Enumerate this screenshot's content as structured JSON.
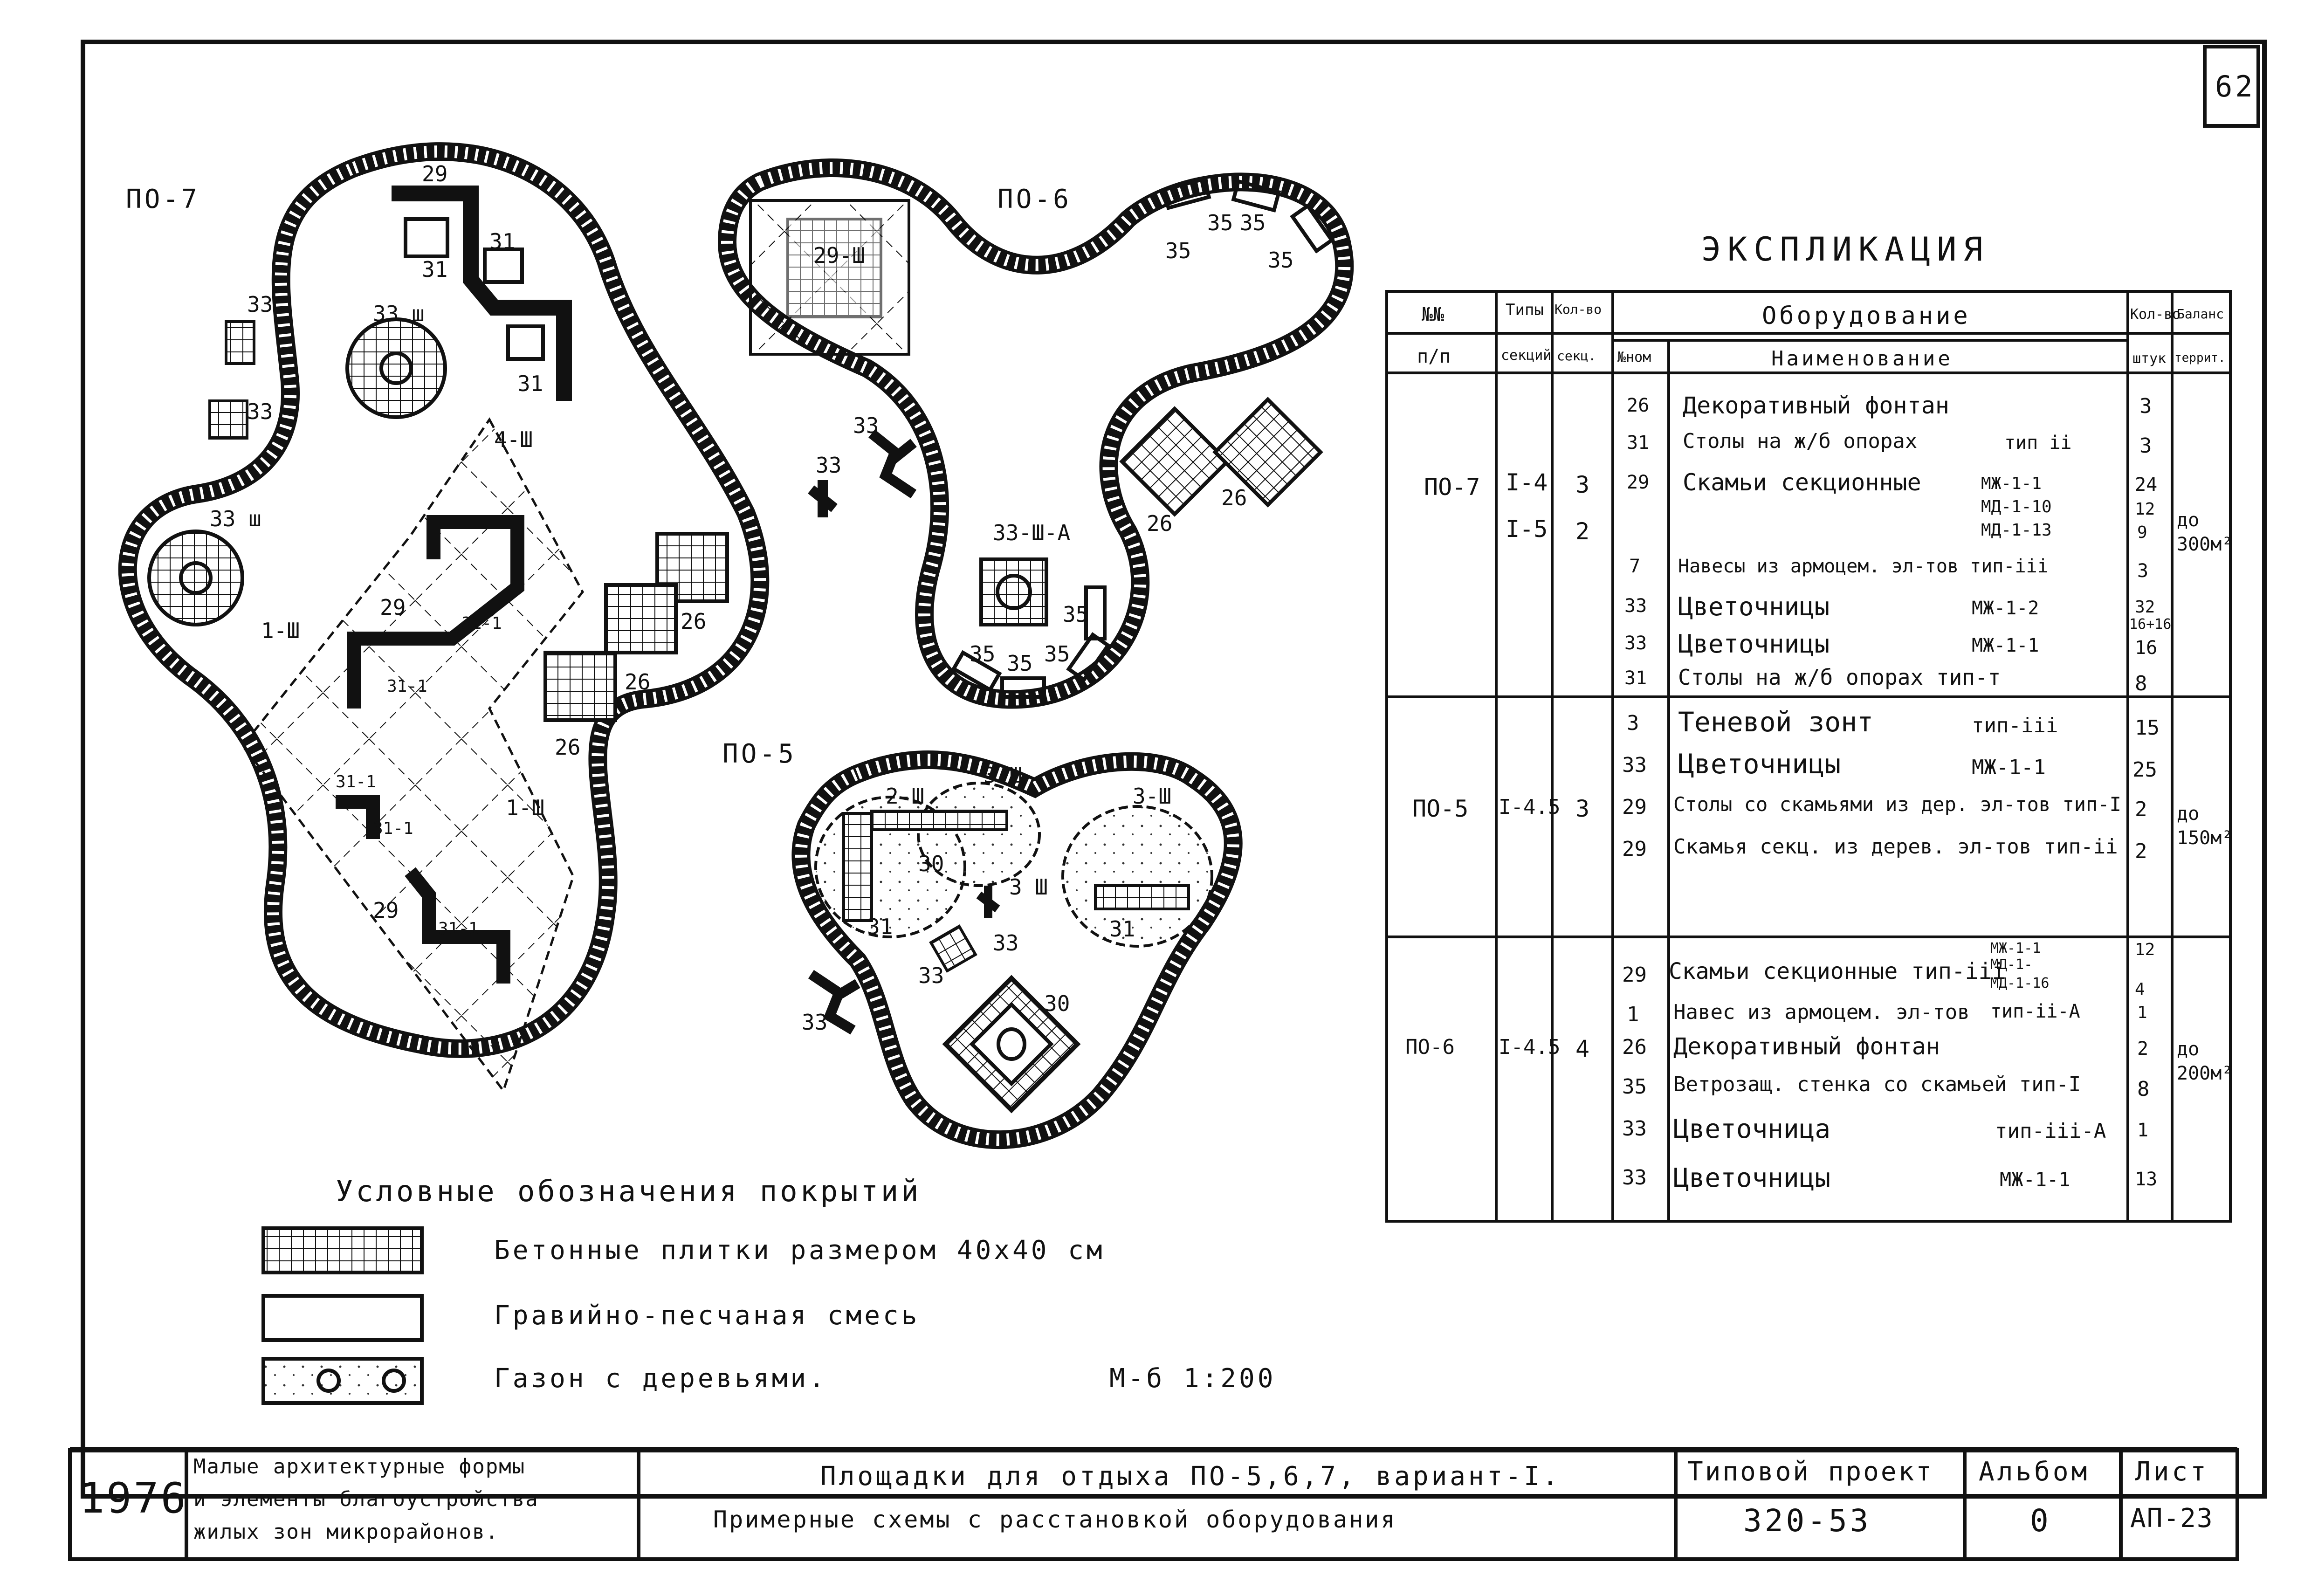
{
  "sheet_number": "62",
  "plans": {
    "po7": {
      "label": "ПО-7",
      "tags": [
        "29",
        "31",
        "31",
        "31",
        "33",
        "33",
        "33 ш",
        "33 ш",
        "4-Ш",
        "1-Ш",
        "1-Ш",
        "29",
        "31-1",
        "31-1",
        "31-1",
        "31-1",
        "29",
        "31-1",
        "26",
        "26",
        "26"
      ]
    },
    "po6": {
      "label": "ПО-6",
      "tags": [
        "29-Ш",
        "35",
        "35",
        "35",
        "35",
        "33",
        "33",
        "33-Ш-А",
        "26",
        "26",
        "35",
        "35",
        "35",
        "35"
      ]
    },
    "po5": {
      "label": "ПО-5",
      "tags": [
        "3-Ш",
        "2-Ш",
        "3-Ш",
        "30",
        "31",
        "3 Ш",
        "33",
        "33",
        "31",
        "33",
        "30"
      ]
    }
  },
  "legend": {
    "title": "Условные обозначения покрытий",
    "items": [
      {
        "pattern": "tiles",
        "text": "Бетонные плитки размером 40х40 см"
      },
      {
        "pattern": "gravel",
        "text": "Гравийно-песчаная смесь"
      },
      {
        "pattern": "lawn",
        "text": "Газон с деревьями."
      }
    ],
    "scale": "М-б 1:200"
  },
  "explication": {
    "title": "ЭКСПЛИКАЦИЯ",
    "headers": {
      "num": "№№",
      "num2": "п/п",
      "types": "Типы",
      "types2": "секций",
      "count": "Кол-во",
      "count2": "секц.",
      "equipment": "Оборудование",
      "eq_num": "№ном",
      "eq_name": "Наименование",
      "qty": "Кол-во",
      "qty2": "штук",
      "balance": "Баланс",
      "balance2": "террит."
    },
    "groups": [
      {
        "id": "ПО-7",
        "types": [
          "I-4",
          "I-5"
        ],
        "sections": [
          "3",
          "2"
        ],
        "balance": "до 300м²",
        "rows": [
          {
            "no": "26",
            "name": "Декоративный фонтан",
            "type": "",
            "qty": "3"
          },
          {
            "no": "31",
            "name": "Столы на ж/б опорах",
            "type": "тип ii",
            "qty": "3"
          },
          {
            "no": "29",
            "name": "Скамьи секционные",
            "type": "МЖ-1-1",
            "qty": "24"
          },
          {
            "no": "",
            "name": "",
            "type": "МД-1-10",
            "qty": "12"
          },
          {
            "no": "",
            "name": "",
            "type": "МД-1-13",
            "qty": "9"
          },
          {
            "no": "7",
            "name": "Навесы из армоцем. эл-тов тип-iii",
            "type": "",
            "qty": "3"
          },
          {
            "no": "33",
            "name": "Цветочницы",
            "type": "МЖ-1-2",
            "qty": "32"
          },
          {
            "no": "",
            "name": "",
            "type": "",
            "qty": "16+16"
          },
          {
            "no": "33",
            "name": "Цветочницы",
            "type": "МЖ-1-1",
            "qty": "16"
          },
          {
            "no": "31",
            "name": "Столы на ж/б опорах тип-т",
            "type": "",
            "qty": "8"
          }
        ]
      },
      {
        "id": "ПО-5",
        "types": [
          "I-4.5"
        ],
        "sections": [
          "3"
        ],
        "balance": "до 150м²",
        "rows": [
          {
            "no": "3",
            "name": "Теневой зонт",
            "type": "тип-iii",
            "qty": "15"
          },
          {
            "no": "33",
            "name": "Цветочницы",
            "type": "МЖ-1-1",
            "qty": "25"
          },
          {
            "no": "29",
            "name": "Столы со скамьями из дер. эл-тов тип-I",
            "type": "",
            "qty": "2"
          },
          {
            "no": "29",
            "name": "Скамья секц. из дерев. эл-тов тип-ii",
            "type": "",
            "qty": "2"
          }
        ]
      },
      {
        "id": "ПО-6",
        "types": [
          "I-4.5"
        ],
        "sections": [
          "4"
        ],
        "balance": "до 200м²",
        "rows": [
          {
            "no": "",
            "name": "",
            "type": "МЖ-1-1",
            "qty": "12"
          },
          {
            "no": "29",
            "name": "Скамьи секционные тип-iii",
            "type": "МД-1-",
            "qty": ""
          },
          {
            "no": "",
            "name": "",
            "type": "МД-1-16",
            "qty": "4"
          },
          {
            "no": "1",
            "name": "Навес из армоцем. эл-тов",
            "type": "тип-ii-А",
            "qty": "1"
          },
          {
            "no": "26",
            "name": "Декоративный фонтан",
            "type": "",
            "qty": "2"
          },
          {
            "no": "35",
            "name": "Ветрозащ. стенка со скамьей тип-I",
            "type": "",
            "qty": "8"
          },
          {
            "no": "33",
            "name": "Цветочница",
            "type": "тип-iii-А",
            "qty": "1"
          },
          {
            "no": "33",
            "name": "Цветочницы",
            "type": "МЖ-1-1",
            "qty": "13"
          }
        ]
      }
    ]
  },
  "title_block": {
    "year": "1976",
    "subject": [
      "Малые архитектурные формы",
      "и элементы благоустройства",
      "жилых зон микрорайонов."
    ],
    "title": [
      "Площадки для отдыха ПО-5,6,7, вариант-I.",
      "Примерные схемы с расстановкой оборудования"
    ],
    "project_label": "Типовой проект",
    "project": "320-53",
    "album_label": "Альбом",
    "album": "0",
    "sheet_label": "Лист",
    "sheet": "АП-23"
  }
}
